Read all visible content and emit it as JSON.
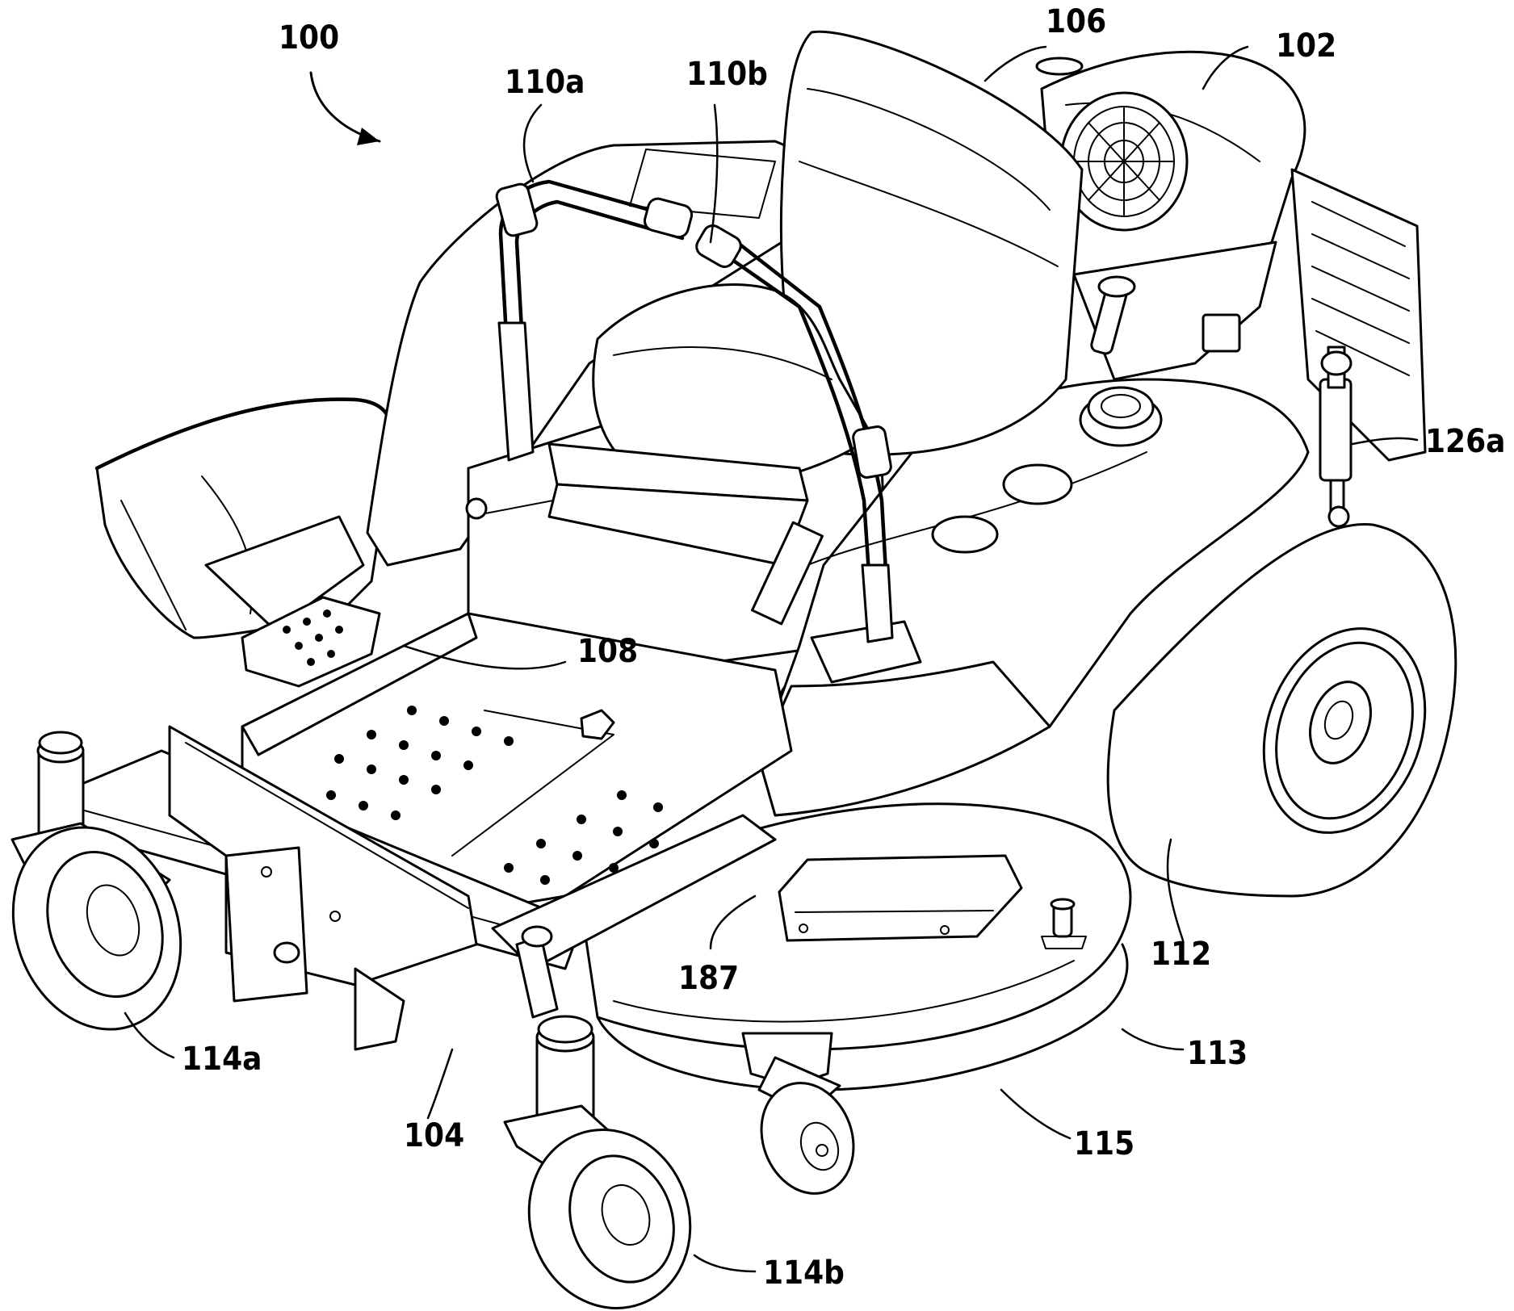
{
  "figure": {
    "subject": "zero-turn riding lawn mower",
    "labels": {
      "assembly": "100",
      "engine_cover": "102",
      "frame": "104",
      "seat": "106",
      "floor_pan": "108",
      "left_control_lever": "110a",
      "right_control_lever": "110b",
      "rear_wheel": "112",
      "deck_lip": "113",
      "front_caster_left": "114a",
      "front_caster_right": "114b",
      "deck_skirt": "115",
      "shock_absorber": "126a",
      "deck_hanger": "187"
    }
  }
}
